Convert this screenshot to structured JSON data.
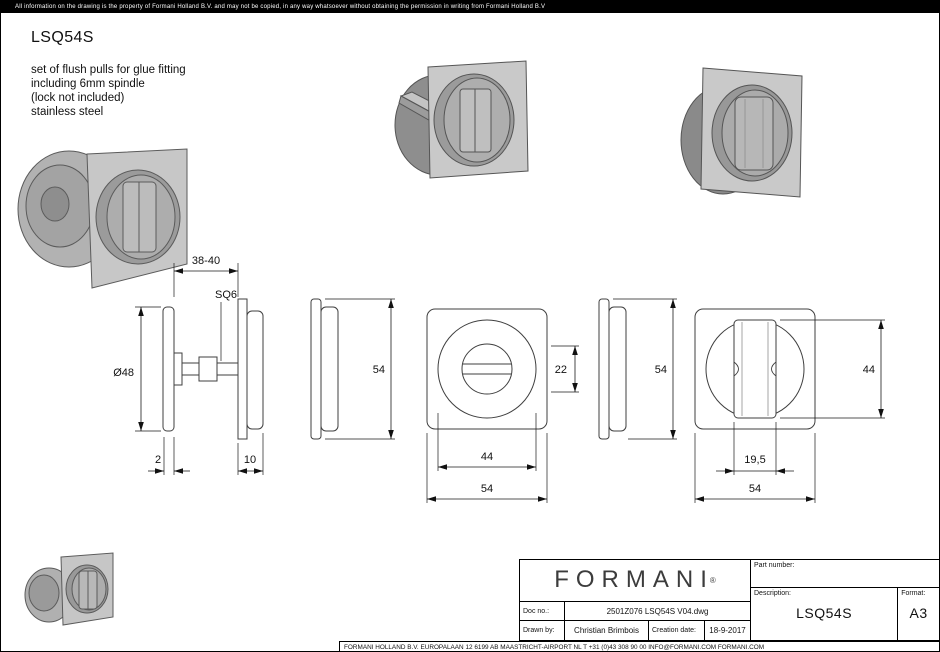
{
  "page": {
    "disclaimer": "All information on the drawing is the property of Formani Holland B.V. and may not be copied, in any way whatsoever without obtaining the permission in writing from Formani Holland B.V",
    "title": "LSQ54S",
    "description_lines": [
      "set of flush pulls for glue fitting",
      "including 6mm spindle",
      "(lock not included)",
      "stainless steel"
    ]
  },
  "dims": {
    "door_range": "38-40",
    "spindle": "SQ6",
    "cup_diameter": "Ø48",
    "rosette_thickness": "2",
    "cup_depth": "10",
    "plate_height_left": "54",
    "turn_height": "22",
    "recess_diameter": "44",
    "plate_width_turn": "54",
    "plate_height_right": "54",
    "grip_height": "44",
    "grip_width": "19,5",
    "plate_width_pull": "54"
  },
  "titleblock": {
    "brand": "FORMANI",
    "brand_reg": "®",
    "doc_no_label": "Doc no.:",
    "doc_no_value": "2501Z076 LSQ54S V04.dwg",
    "drawn_by_label": "Drawn by:",
    "drawn_by_value": "Christian Brimbois",
    "creation_date_label": "Creation date:",
    "creation_date_value": "18-9-2017",
    "part_number_label": "Part number:",
    "description_label": "Description:",
    "description_value": "LSQ54S",
    "format_label": "Format:",
    "format_value": "A3",
    "company_footer": "FORMANI HOLLAND B.V.   EUROPALAAN 12   6199 AB MAASTRICHT-AIRPORT NL   T +31 (0)43 308 90 00 INFO@FORMANI.COM FORMANI.COM"
  }
}
